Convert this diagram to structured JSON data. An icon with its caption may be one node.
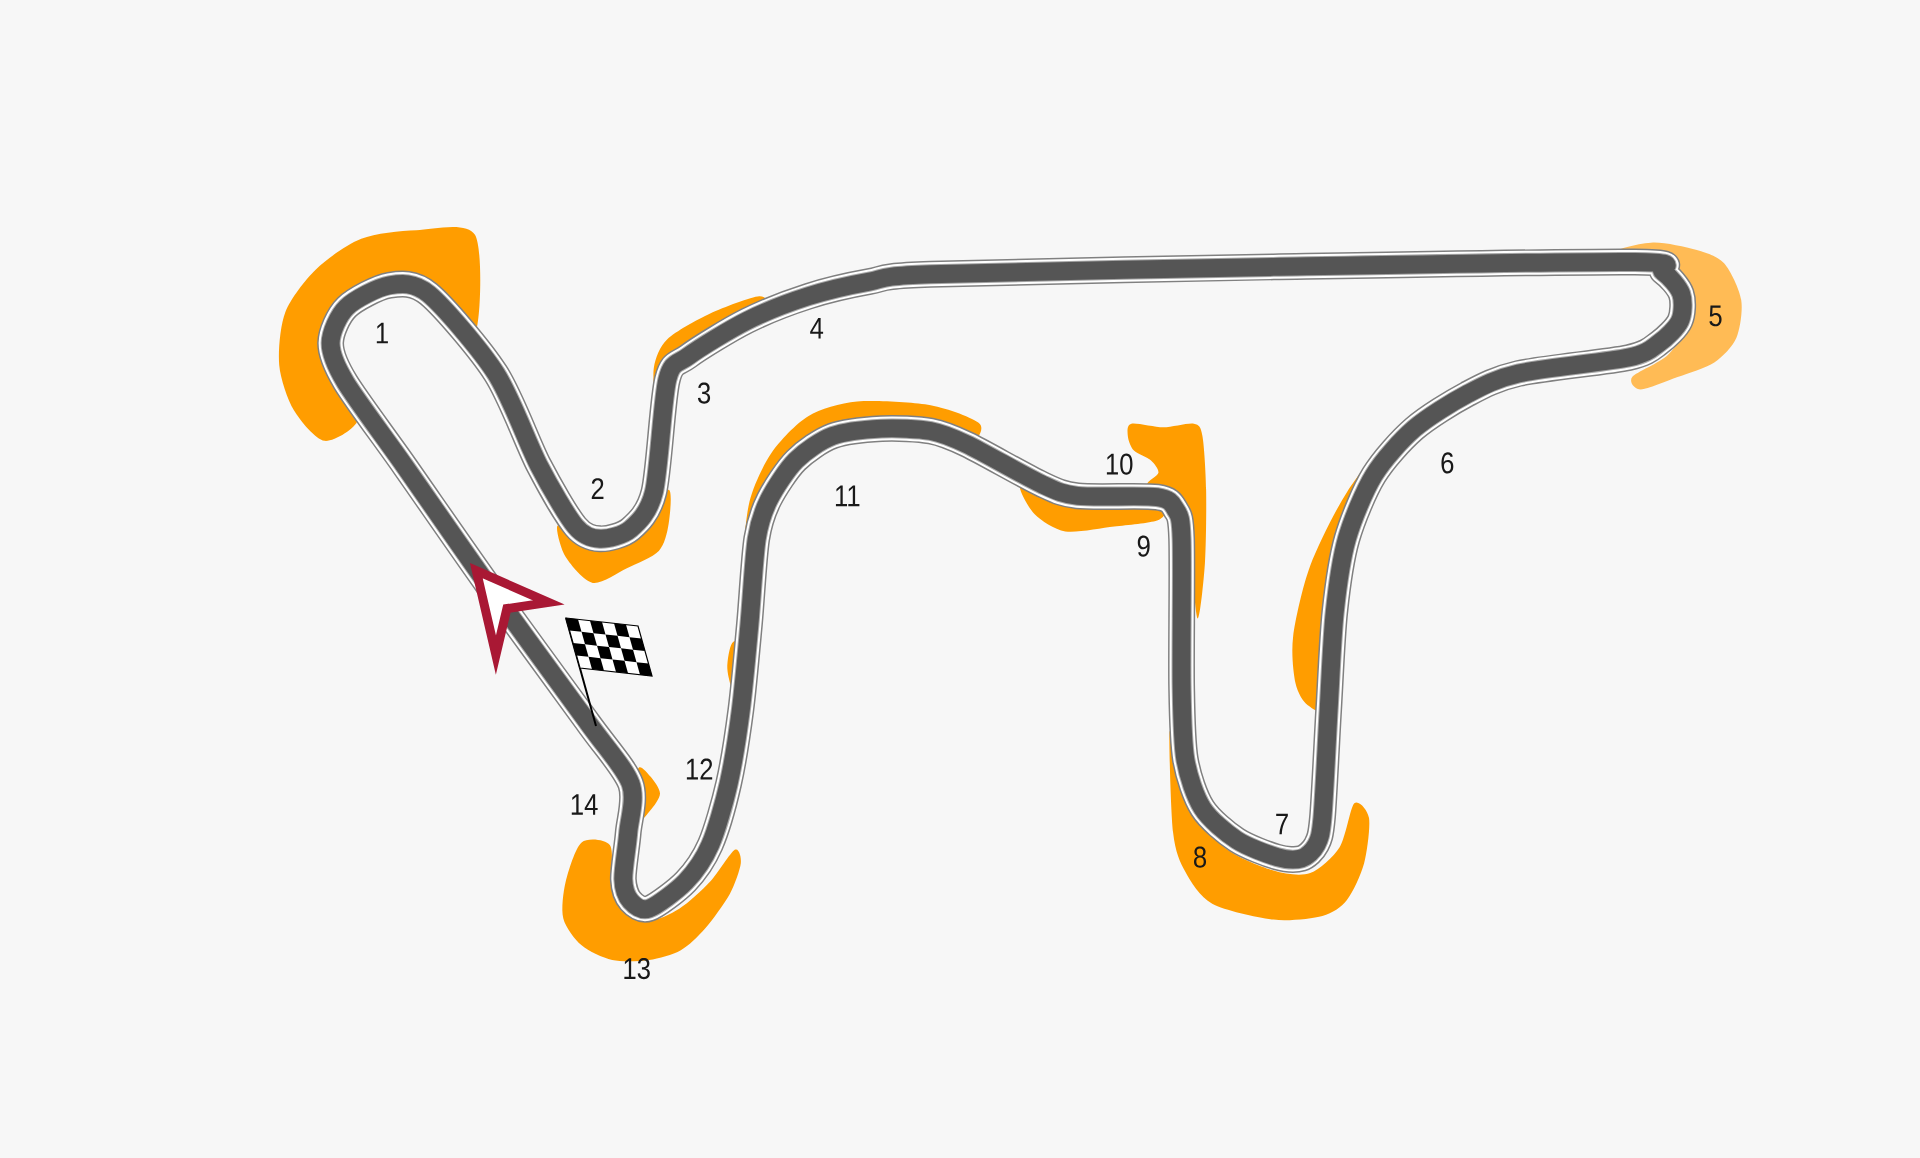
{
  "diagram": {
    "labels": [
      "1",
      "2",
      "3",
      "4",
      "5",
      "6",
      "7",
      "8",
      "9",
      "10",
      "11",
      "12",
      "13",
      "14"
    ]
  }
}
